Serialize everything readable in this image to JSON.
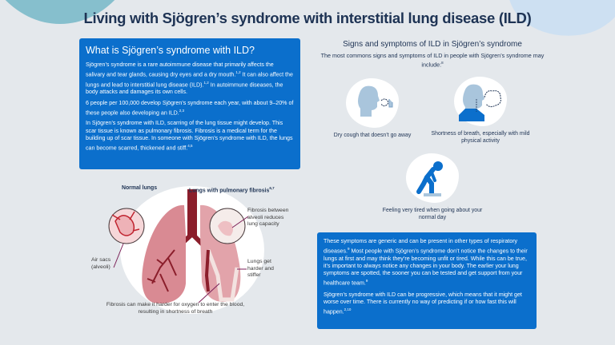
{
  "title": "Living with Sjögren’s syndrome with interstitial lung disease (ILD)",
  "what_is": {
    "heading": "What is Sjögren’s syndrome with ILD?",
    "p1": "Sjögren’s syndrome is a rare autoimmune disease that primarily affects the salivary and tear glands, causing dry eyes and a dry mouth.",
    "p1_ref1": "1,2",
    "p1b": " It can also affect the lungs and lead to interstitial lung disease (ILD).",
    "p1_ref2": "1,2",
    "p1c": " In autoimmune diseases, the body attacks and damages its own cells.",
    "p2": "6 people per 100,000 develop Sjögren’s syndrome each year, with about 9–20% of these people also developing an ILD.",
    "p2_ref": "2,3",
    "p3": "In Sjögren’s syndrome with ILD, scarring of the lung tissue might develop. This scar tissue is known as pulmonary fibrosis. Fibrosis is a medical term for the building up of scar tissue. In someone with Sjögren’s syndrome with ILD, the lungs can become scarred, thickened and stiff.",
    "p3_ref": "4,5"
  },
  "diagram": {
    "normal_label": "Normal lungs",
    "fibrosis_label": "Lungs with pulmonary fibrosis",
    "fibrosis_ref": "6,7",
    "air_sacs": "Air sacs (alveoli)",
    "fibrosis_between": "Fibrosis between alveoli reduces lung capacity",
    "harder": "Lungs get harder and stiffer",
    "oxygen": "Fibrosis can make it harder for oxygen to enter the blood, resulting in shortness of breath"
  },
  "symptoms": {
    "heading": "Signs and symptoms of ILD in Sjögren’s syndrome",
    "intro": "The most commons signs and symptoms of ILD in people with Sjögren’s syndrome may include:",
    "intro_ref": "8",
    "items": [
      {
        "label": "Dry cough that doesn’t go away",
        "icon": "coughing-person-icon"
      },
      {
        "label": "Shortness of breath, especially with mild physical activity",
        "icon": "breathless-person-icon"
      },
      {
        "label": "Feeling very tired when going about your normal day",
        "icon": "tired-person-icon"
      }
    ]
  },
  "notes": {
    "p1": "These symptoms are generic and can be present in other types of respiratory diseases.",
    "p1_ref1": "9",
    "p1b": " Most people with Sjögren’s syndrome don’t notice the changes to their lungs at first and may think they’re becoming unfit or tired. While this can be true, it’s important to always notice any changes in your body. The earlier your lung symptoms are spotted, the sooner you can be tested and get support from your healthcare team.",
    "p1_ref2": "9",
    "p2": "Sjögren’s syndrome with ILD can be progressive, which means that it might get worse over time. There is currently no way of predicting if or how fast this will happen.",
    "p2_ref": "2,10"
  },
  "colors": {
    "background": "#e4e8ec",
    "card_blue": "#0b6fcc",
    "title_navy": "#1e3354",
    "accent_teal": "#86bfcd",
    "accent_light_blue": "#cde0f2",
    "lung_pink": "#d98a93",
    "lung_dark": "#8b1e2b"
  }
}
